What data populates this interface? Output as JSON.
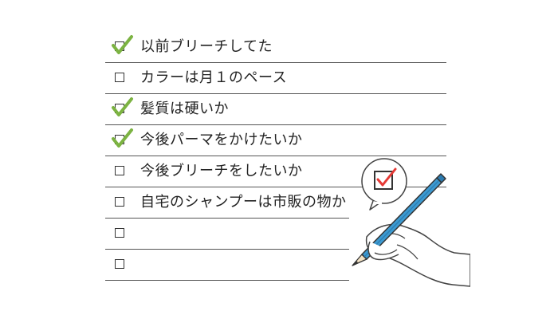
{
  "colors": {
    "check": "#7cb342",
    "pencil": "#3d9ad1",
    "bubble_check": "#e53935",
    "line": "#555555"
  },
  "checklist": {
    "items": [
      {
        "label": "以前ブリーチしてた",
        "checked": true
      },
      {
        "label": "カラーは月１のペース",
        "checked": false
      },
      {
        "label": "髪質は硬いか",
        "checked": true
      },
      {
        "label": "今後パーマをかけたいか",
        "checked": true
      },
      {
        "label": "今後ブリーチをしたいか",
        "checked": false
      },
      {
        "label": "自宅のシャンプーは市販の物か",
        "checked": false
      },
      {
        "label": "",
        "checked": false
      },
      {
        "label": "",
        "checked": false
      }
    ]
  },
  "illustration": {
    "icons": [
      "speech-bubble-icon",
      "checkbox-checked-icon",
      "pencil-icon",
      "hand-icon"
    ]
  }
}
